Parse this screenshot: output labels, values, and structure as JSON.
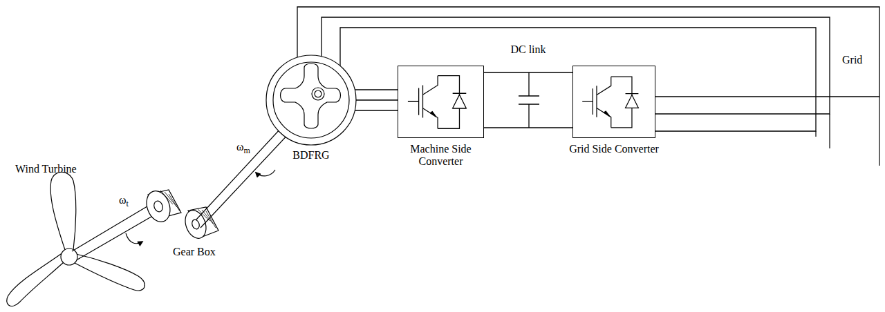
{
  "diagram": {
    "nodes": [
      {
        "text": [
          "BDFRG"
        ]
      },
      {
        "text": [
          "Machine Side Converter"
        ]
      },
      {
        "text": [
          "Grid Side Converter"
        ]
      }
    ],
    "edges": [
      {
        "from": 0,
        "to": 1,
        "arrow": "none"
      },
      {
        "from": 1,
        "to": 2,
        "label": "DC link",
        "arrow": "none"
      },
      {
        "from": 0,
        "to": 2,
        "arrow": "none"
      }
    ],
    "labels": [
      "Wind Turbine",
      "ωt",
      "Gear Box",
      "ωm",
      "Grid"
    ]
  }
}
